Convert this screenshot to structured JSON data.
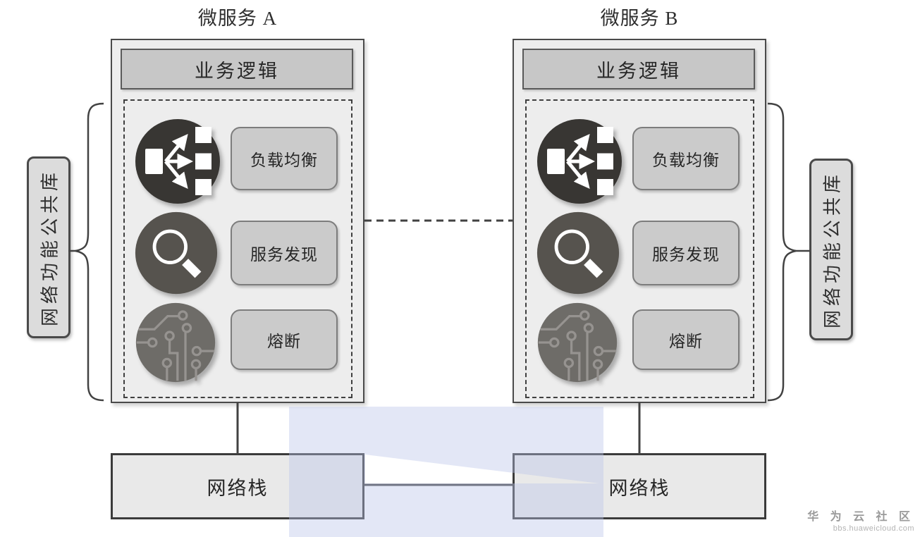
{
  "services": [
    {
      "title": "微服务 A",
      "header": "业务逻辑",
      "features": [
        {
          "icon": "load-balancer-icon",
          "label": "负载均衡"
        },
        {
          "icon": "service-discovery-icon",
          "label": "服务发现"
        },
        {
          "icon": "circuit-breaker-icon",
          "label": "熔断"
        }
      ],
      "stack_label": "网络栈"
    },
    {
      "title": "微服务 B",
      "header": "业务逻辑",
      "features": [
        {
          "icon": "load-balancer-icon",
          "label": "负载均衡"
        },
        {
          "icon": "service-discovery-icon",
          "label": "服务发现"
        },
        {
          "icon": "circuit-breaker-icon",
          "label": "熔断"
        }
      ],
      "stack_label": "网络栈"
    }
  ],
  "side_labels": {
    "left": "网络功能公共库",
    "right": "网络功能公共库"
  },
  "watermark": {
    "brand": "华 为 云 社 区",
    "site": "bbs.huaweicloud.com"
  },
  "colors": {
    "box_fill": "#ededed",
    "bar_fill": "#c7c7c7",
    "pill_fill": "#cbcbcb",
    "stack_fill": "#e9e9e9",
    "side_fill": "#dcdcdc",
    "line": "#424242",
    "icon_dark": "#383633",
    "icon_mid": "#56534e",
    "icon_light": "#6e6c68",
    "wm_tint": "rgba(186,195,233,0.40)",
    "wm_text": "#9a9a9a"
  }
}
